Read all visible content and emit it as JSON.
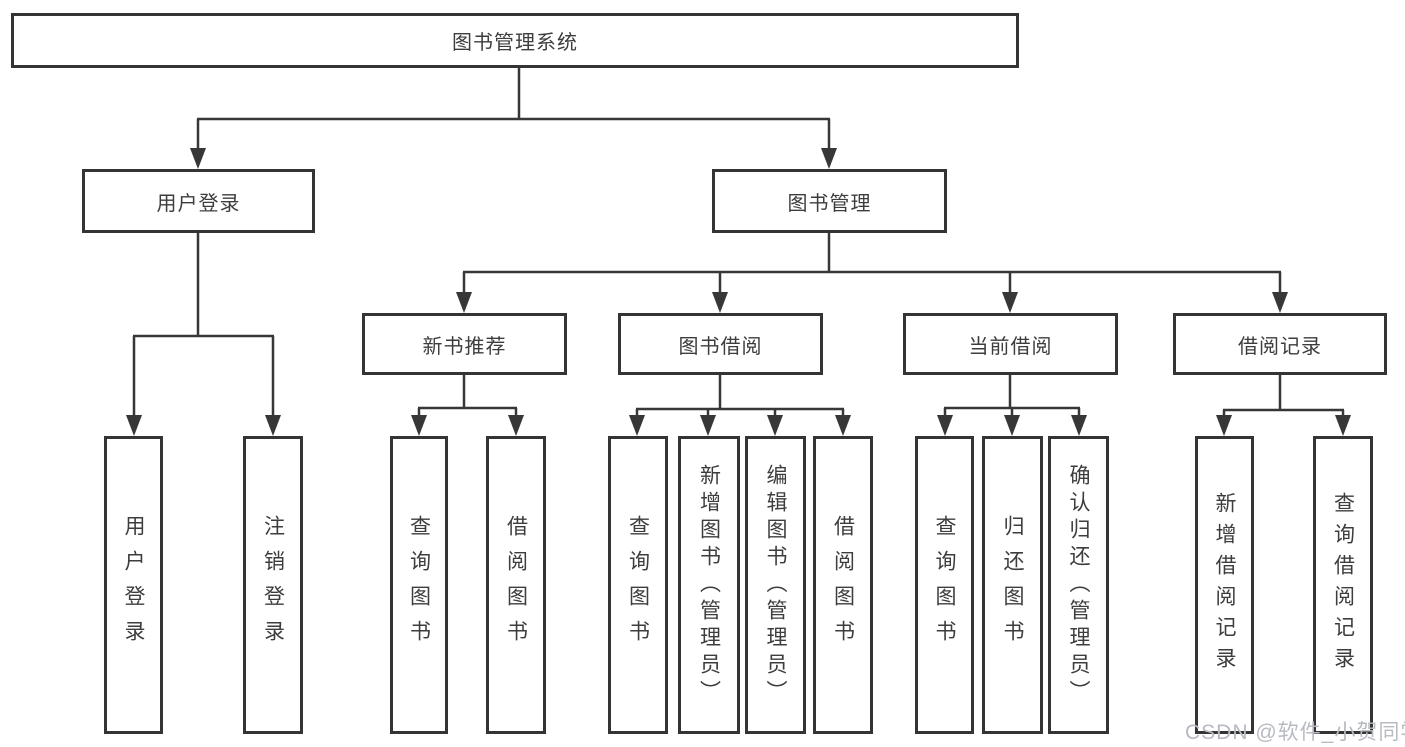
{
  "diagram": {
    "title": "图书管理系统",
    "branches": [
      {
        "label": "用户登录",
        "children": [
          "用户登录",
          "注销登录"
        ]
      },
      {
        "label": "图书管理",
        "sections": [
          {
            "label": "新书推荐",
            "children": [
              "查询图书",
              "借阅图书"
            ]
          },
          {
            "label": "图书借阅",
            "children": [
              "查询图书",
              "新增图书（管理员）",
              "编辑图书（管理员）",
              "借阅图书"
            ]
          },
          {
            "label": "当前借阅",
            "children": [
              "查询图书",
              "归还图书",
              "确认归还（管理员）"
            ]
          },
          {
            "label": "借阅记录",
            "children": [
              "新增借阅记录",
              "查询借阅记录"
            ]
          }
        ]
      }
    ]
  },
  "watermark": "CSDN @软件_小贺同学",
  "colors": {
    "line": "#373737",
    "box_border": "#343434",
    "text": "#3d3d3d",
    "watermark": "#b7bbc1",
    "background": "#ffffff"
  }
}
